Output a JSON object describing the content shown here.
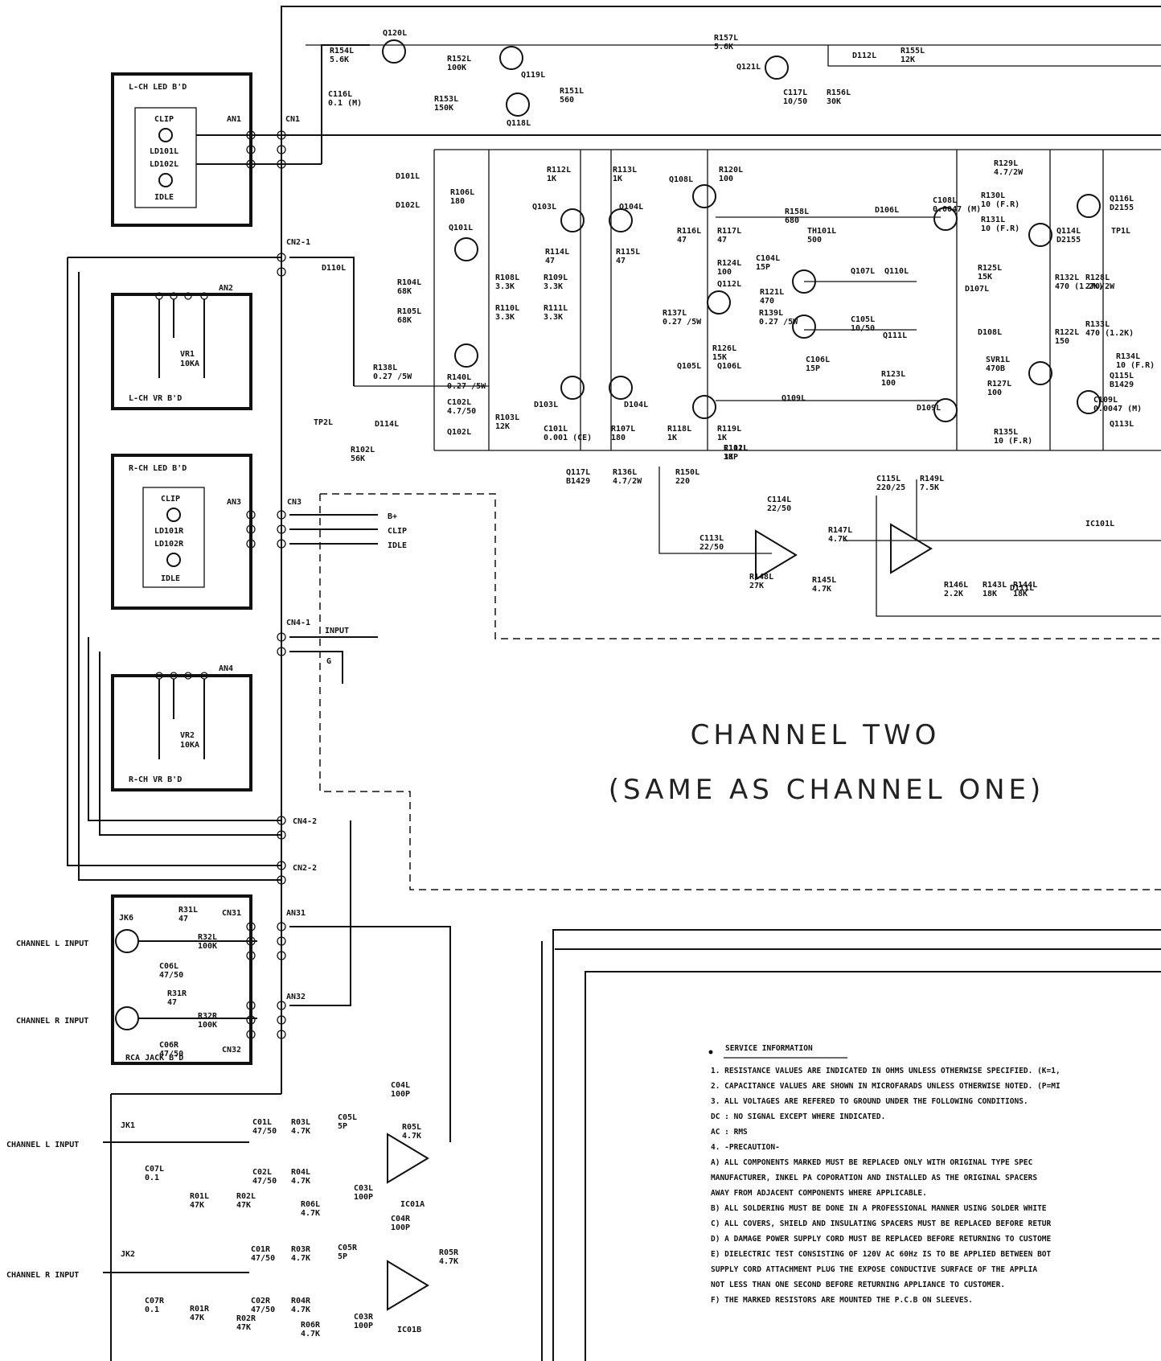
{
  "boards": {
    "lch_led": "L-CH LED B'D",
    "lch_vr": "L-CH VR B'D",
    "rch_led": "R-CH LED B'D",
    "rch_vr": "R-CH VR B'D",
    "rca_jack": "RCA JACK B'D"
  },
  "connectors": {
    "an1": "AN1",
    "cn1": "CN1",
    "cn2_1": "CN2-1",
    "an2": "AN2",
    "an3": "AN3",
    "cn3": "CN3",
    "cn4_1": "CN4-1",
    "an4": "AN4",
    "cn4_2": "CN4-2",
    "cn2_2": "CN2-2",
    "cn31": "CN31",
    "an31": "AN31",
    "an32": "AN32",
    "cn32": "CN32",
    "jk6": "JK6",
    "jk1": "JK1",
    "jk2": "JK2"
  },
  "led_labels": {
    "clip": "CLIP",
    "idle": "IDLE",
    "ld101l": "LD101L",
    "ld102l": "LD102L",
    "ld101r": "LD101R",
    "ld102r": "LD102R"
  },
  "vr": {
    "vr1": "VR1",
    "vr1_val": "10KA",
    "vr2": "VR2",
    "vr2_val": "10KA"
  },
  "signals": {
    "bplus": "B+",
    "clip": "CLIP",
    "idle": "IDLE",
    "input": "INPUT",
    "g": "G"
  },
  "inputs": {
    "ch_l": "CHANNEL L INPUT",
    "ch_r": "CHANNEL R INPUT"
  },
  "channel_two": {
    "line1": "CHANNEL TWO",
    "line2": "(SAME AS CHANNEL ONE)"
  },
  "components": [
    {
      "ref": "R154L",
      "val": "5.6K"
    },
    {
      "ref": "C116L",
      "val": "0.1 (M)"
    },
    {
      "ref": "Q120L",
      "val": ""
    },
    {
      "ref": "R152L",
      "val": "100K"
    },
    {
      "ref": "R153L",
      "val": "150K"
    },
    {
      "ref": "Q119L",
      "val": ""
    },
    {
      "ref": "R151L",
      "val": "560"
    },
    {
      "ref": "Q118L",
      "val": ""
    },
    {
      "ref": "R157L",
      "val": "5.6K"
    },
    {
      "ref": "Q121L",
      "val": ""
    },
    {
      "ref": "C117L",
      "val": "10/50"
    },
    {
      "ref": "R156L",
      "val": "30K"
    },
    {
      "ref": "D112L",
      "val": ""
    },
    {
      "ref": "R155L",
      "val": "12K"
    },
    {
      "ref": "D101L",
      "val": ""
    },
    {
      "ref": "D102L",
      "val": ""
    },
    {
      "ref": "R106L",
      "val": "180"
    },
    {
      "ref": "Q101L",
      "val": ""
    },
    {
      "ref": "R112L",
      "val": "1K"
    },
    {
      "ref": "R113L",
      "val": "1K"
    },
    {
      "ref": "Q103L",
      "val": ""
    },
    {
      "ref": "Q104L",
      "val": ""
    },
    {
      "ref": "Q108L",
      "val": ""
    },
    {
      "ref": "R120L",
      "val": "100"
    },
    {
      "ref": "R129L",
      "val": "4.7/2W"
    },
    {
      "ref": "R130L",
      "val": "10 (F.R)"
    },
    {
      "ref": "R131L",
      "val": "10 (F.R)"
    },
    {
      "ref": "Q116L",
      "val": "D2155"
    },
    {
      "ref": "Q114L",
      "val": "D2155"
    },
    {
      "ref": "TP1L",
      "val": ""
    },
    {
      "ref": "R104L",
      "val": "68K"
    },
    {
      "ref": "R105L",
      "val": "68K"
    },
    {
      "ref": "R108L",
      "val": "3.3K"
    },
    {
      "ref": "R109L",
      "val": "3.3K"
    },
    {
      "ref": "R110L",
      "val": "3.3K"
    },
    {
      "ref": "R111L",
      "val": "3.3K"
    },
    {
      "ref": "R114L",
      "val": "47"
    },
    {
      "ref": "R115L",
      "val": "47"
    },
    {
      "ref": "R116L",
      "val": "47"
    },
    {
      "ref": "R117L",
      "val": "47"
    },
    {
      "ref": "C104L",
      "val": "15P"
    },
    {
      "ref": "R158L",
      "val": "680"
    },
    {
      "ref": "TH101L",
      "val": "500"
    },
    {
      "ref": "D106L",
      "val": ""
    },
    {
      "ref": "C108L",
      "val": "0.0047 (M)"
    },
    {
      "ref": "R124L",
      "val": "100"
    },
    {
      "ref": "Q112L",
      "val": ""
    },
    {
      "ref": "R121L",
      "val": "470"
    },
    {
      "ref": "Q107L",
      "val": ""
    },
    {
      "ref": "Q110L",
      "val": ""
    },
    {
      "ref": "R125L",
      "val": "15K"
    },
    {
      "ref": "D107L",
      "val": ""
    },
    {
      "ref": "R132L",
      "val": "470 (1.2K)"
    },
    {
      "ref": "R128L",
      "val": "270/2W"
    },
    {
      "ref": "R137L",
      "val": "0.27 /5W"
    },
    {
      "ref": "R139L",
      "val": "0.27 /5W"
    },
    {
      "ref": "C105L",
      "val": "10/50"
    },
    {
      "ref": "Q111L",
      "val": ""
    },
    {
      "ref": "R126L",
      "val": "15K"
    },
    {
      "ref": "D108L",
      "val": ""
    },
    {
      "ref": "R122L",
      "val": "150"
    },
    {
      "ref": "R133L",
      "val": "470 (1.2K)"
    },
    {
      "ref": "R138L",
      "val": "0.27 /5W"
    },
    {
      "ref": "R140L",
      "val": "0.27 /5W"
    },
    {
      "ref": "C102L",
      "val": "4.7/50"
    },
    {
      "ref": "Q102L",
      "val": ""
    },
    {
      "ref": "D103L",
      "val": ""
    },
    {
      "ref": "D104L",
      "val": ""
    },
    {
      "ref": "Q105L",
      "val": ""
    },
    {
      "ref": "Q106L",
      "val": ""
    },
    {
      "ref": "C106L",
      "val": "15P"
    },
    {
      "ref": "SVR1L",
      "val": "470B"
    },
    {
      "ref": "C109L",
      "val": "0.0047 (M)"
    },
    {
      "ref": "R134L",
      "val": "10 (F.R)"
    },
    {
      "ref": "Q115L",
      "val": "B1429"
    },
    {
      "ref": "TP2L",
      "val": ""
    },
    {
      "ref": "D114L",
      "val": ""
    },
    {
      "ref": "R102L",
      "val": "56K"
    },
    {
      "ref": "R103L",
      "val": "12K"
    },
    {
      "ref": "C101L",
      "val": "0.001 (CE)"
    },
    {
      "ref": "R107L",
      "val": "180"
    },
    {
      "ref": "R118L",
      "val": "1K"
    },
    {
      "ref": "R119L",
      "val": "1K"
    },
    {
      "ref": "Q109L",
      "val": ""
    },
    {
      "ref": "R123L",
      "val": "100"
    },
    {
      "ref": "D109L",
      "val": ""
    },
    {
      "ref": "R127L",
      "val": "100"
    },
    {
      "ref": "Q113L",
      "val": ""
    },
    {
      "ref": "R135L",
      "val": "10 (F.R)"
    },
    {
      "ref": "Q117L",
      "val": "B1429"
    },
    {
      "ref": "R136L",
      "val": "4.7/2W"
    },
    {
      "ref": "R150L",
      "val": "220"
    },
    {
      "ref": "C115L",
      "val": "220/25"
    },
    {
      "ref": "R149L",
      "val": "7.5K"
    },
    {
      "ref": "C114L",
      "val": "22/50"
    },
    {
      "ref": "C113L",
      "val": "22/50"
    },
    {
      "ref": "R147L",
      "val": "4.7K"
    },
    {
      "ref": "R148L",
      "val": "27K"
    },
    {
      "ref": "R145L",
      "val": "4.7K"
    },
    {
      "ref": "IC101L",
      "val": ""
    },
    {
      "ref": "R146L",
      "val": "2.2K"
    },
    {
      "ref": "R143L",
      "val": "18K"
    },
    {
      "ref": "R144L",
      "val": "18K"
    },
    {
      "ref": "D111L",
      "val": ""
    },
    {
      "ref": "D110L",
      "val": ""
    },
    {
      "ref": "C112L",
      "val": "33P"
    },
    {
      "ref": "R101L",
      "val": "1K"
    }
  ],
  "pre_section": [
    {
      "ref": "R31L",
      "val": "47"
    },
    {
      "ref": "R32L",
      "val": "100K"
    },
    {
      "ref": "C06L",
      "val": "47/50"
    },
    {
      "ref": "R31R",
      "val": "47"
    },
    {
      "ref": "R32R",
      "val": "100K"
    },
    {
      "ref": "C06R",
      "val": "47/50"
    },
    {
      "ref": "C04L",
      "val": "100P"
    },
    {
      "ref": "C01L",
      "val": "47/50"
    },
    {
      "ref": "R03L",
      "val": "4.7K"
    },
    {
      "ref": "C05L",
      "val": "5P"
    },
    {
      "ref": "R05L",
      "val": "4.7K"
    },
    {
      "ref": "C02L",
      "val": "47/50"
    },
    {
      "ref": "R04L",
      "val": "4.7K"
    },
    {
      "ref": "C07L",
      "val": "0.1"
    },
    {
      "ref": "R01L",
      "val": "47K"
    },
    {
      "ref": "R02L",
      "val": "47K"
    },
    {
      "ref": "R06L",
      "val": "4.7K"
    },
    {
      "ref": "C03L",
      "val": "100P"
    },
    {
      "ref": "IC01A",
      "val": ""
    },
    {
      "ref": "C04R",
      "val": "100P"
    },
    {
      "ref": "C01R",
      "val": "47/50"
    },
    {
      "ref": "R03R",
      "val": "4.7K"
    },
    {
      "ref": "C05R",
      "val": "5P"
    },
    {
      "ref": "R05R",
      "val": "4.7K"
    },
    {
      "ref": "C02R",
      "val": "47/50"
    },
    {
      "ref": "R04R",
      "val": "4.7K"
    },
    {
      "ref": "C07R",
      "val": "0.1"
    },
    {
      "ref": "R01R",
      "val": "47K"
    },
    {
      "ref": "R02R",
      "val": "47K"
    },
    {
      "ref": "R06R",
      "val": "4.7K"
    },
    {
      "ref": "C03R",
      "val": "100P"
    },
    {
      "ref": "IC01B",
      "val": ""
    }
  ],
  "service": {
    "title": "SERVICE INFORMATION",
    "lines": [
      "1. RESISTANCE VALUES ARE INDICATED IN OHMS UNLESS OTHERWISE SPECIFIED. (K=1,",
      "2. CAPACITANCE VALUES ARE SHOWN IN MICROFARADS UNLESS OTHERWISE NOTED. (P=MI",
      "3. ALL VOLTAGES ARE REFERED TO GROUND UNDER THE FOLLOWING CONDITIONS.",
      "   DC : NO SIGNAL EXCEPT WHERE INDICATED.",
      "   AC : RMS",
      "4. -PRECAUTION-",
      "   A) ALL COMPONENTS     MARKED MUST BE REPLACED ONLY WITH ORIGINAL TYPE SPEC",
      "      MANUFACTURER, INKEL PA COPORATION AND INSTALLED AS THE ORIGINAL SPACERS",
      "      AWAY FROM ADJACENT COMPONENTS WHERE APPLICABLE.",
      "   B) ALL SOLDERING MUST BE DONE IN A PROFESSIONAL MANNER USING SOLDER WHITE",
      "   C) ALL COVERS, SHIELD AND INSULATING SPACERS MUST BE REPLACED BEFORE RETUR",
      "   D) A DAMAGE POWER SUPPLY CORD MUST BE REPLACED BEFORE RETURNING TO CUSTOME",
      "   E) DIELECTRIC TEST CONSISTING OF 120V AC 60Hz IS TO BE APPLIED BETWEEN BOT",
      "      SUPPLY CORD ATTACHMENT PLUG THE EXPOSE CONDUCTIVE SURFACE OF THE APPLIA",
      "      NOT LESS THAN ONE SECOND BEFORE RETURNING APPLIANCE TO CUSTOMER.",
      "   F) THE        MARKED RESISTORS ARE MOUNTED THE P.C.B ON SLEEVES."
    ]
  }
}
